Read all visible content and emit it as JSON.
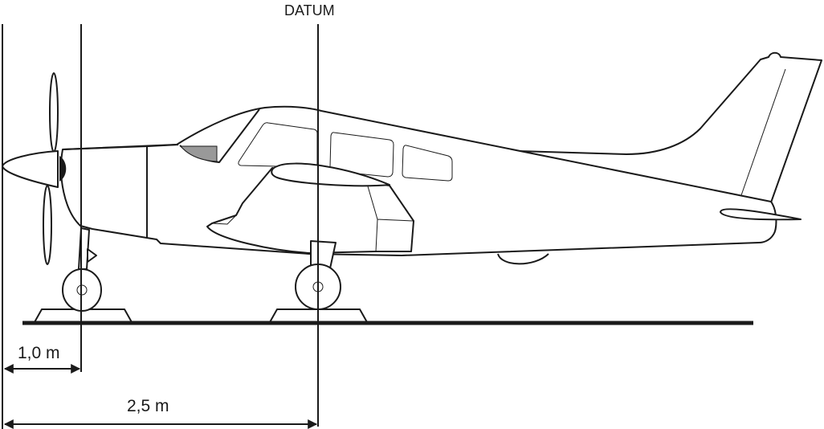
{
  "diagram": {
    "datum_label": "DATUM",
    "dimensions": [
      {
        "label": "1,0 m"
      },
      {
        "label": "2,5 m"
      }
    ],
    "colors": {
      "line": "#1a1a1a",
      "windscreen_fill": "#999999"
    }
  }
}
